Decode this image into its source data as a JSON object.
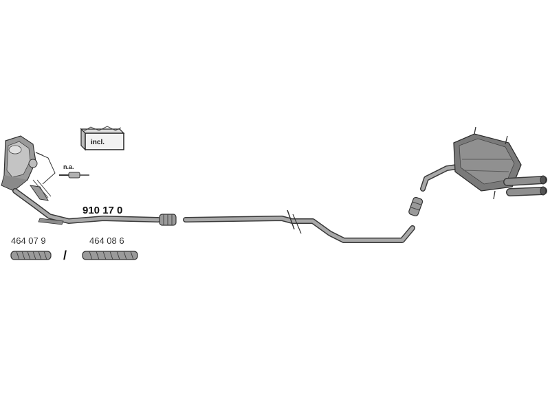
{
  "labels": {
    "main_part_number": "910 17 0",
    "alt_part_left": "464 07 9",
    "alt_part_right": "464 08 6",
    "separator": "/",
    "sensor_note": "n.a.",
    "included_note": "incl."
  },
  "colors": {
    "pipe_fill": "#8c8c8c",
    "pipe_outline": "#3a3a3a",
    "muffler_fill": "#7a7a7a",
    "flex_fill": "#9a9a9a",
    "background": "#ffffff"
  },
  "icons": {
    "catalytic_converter": "catalytic-converter-icon",
    "lambda_sensor": "lambda-sensor-icon",
    "mounting_kit": "mounting-kit-box-icon",
    "clamp": "clamp-icon",
    "rear_muffler": "rear-muffler-icon",
    "flex_pipe": "flex-pipe-icon"
  }
}
